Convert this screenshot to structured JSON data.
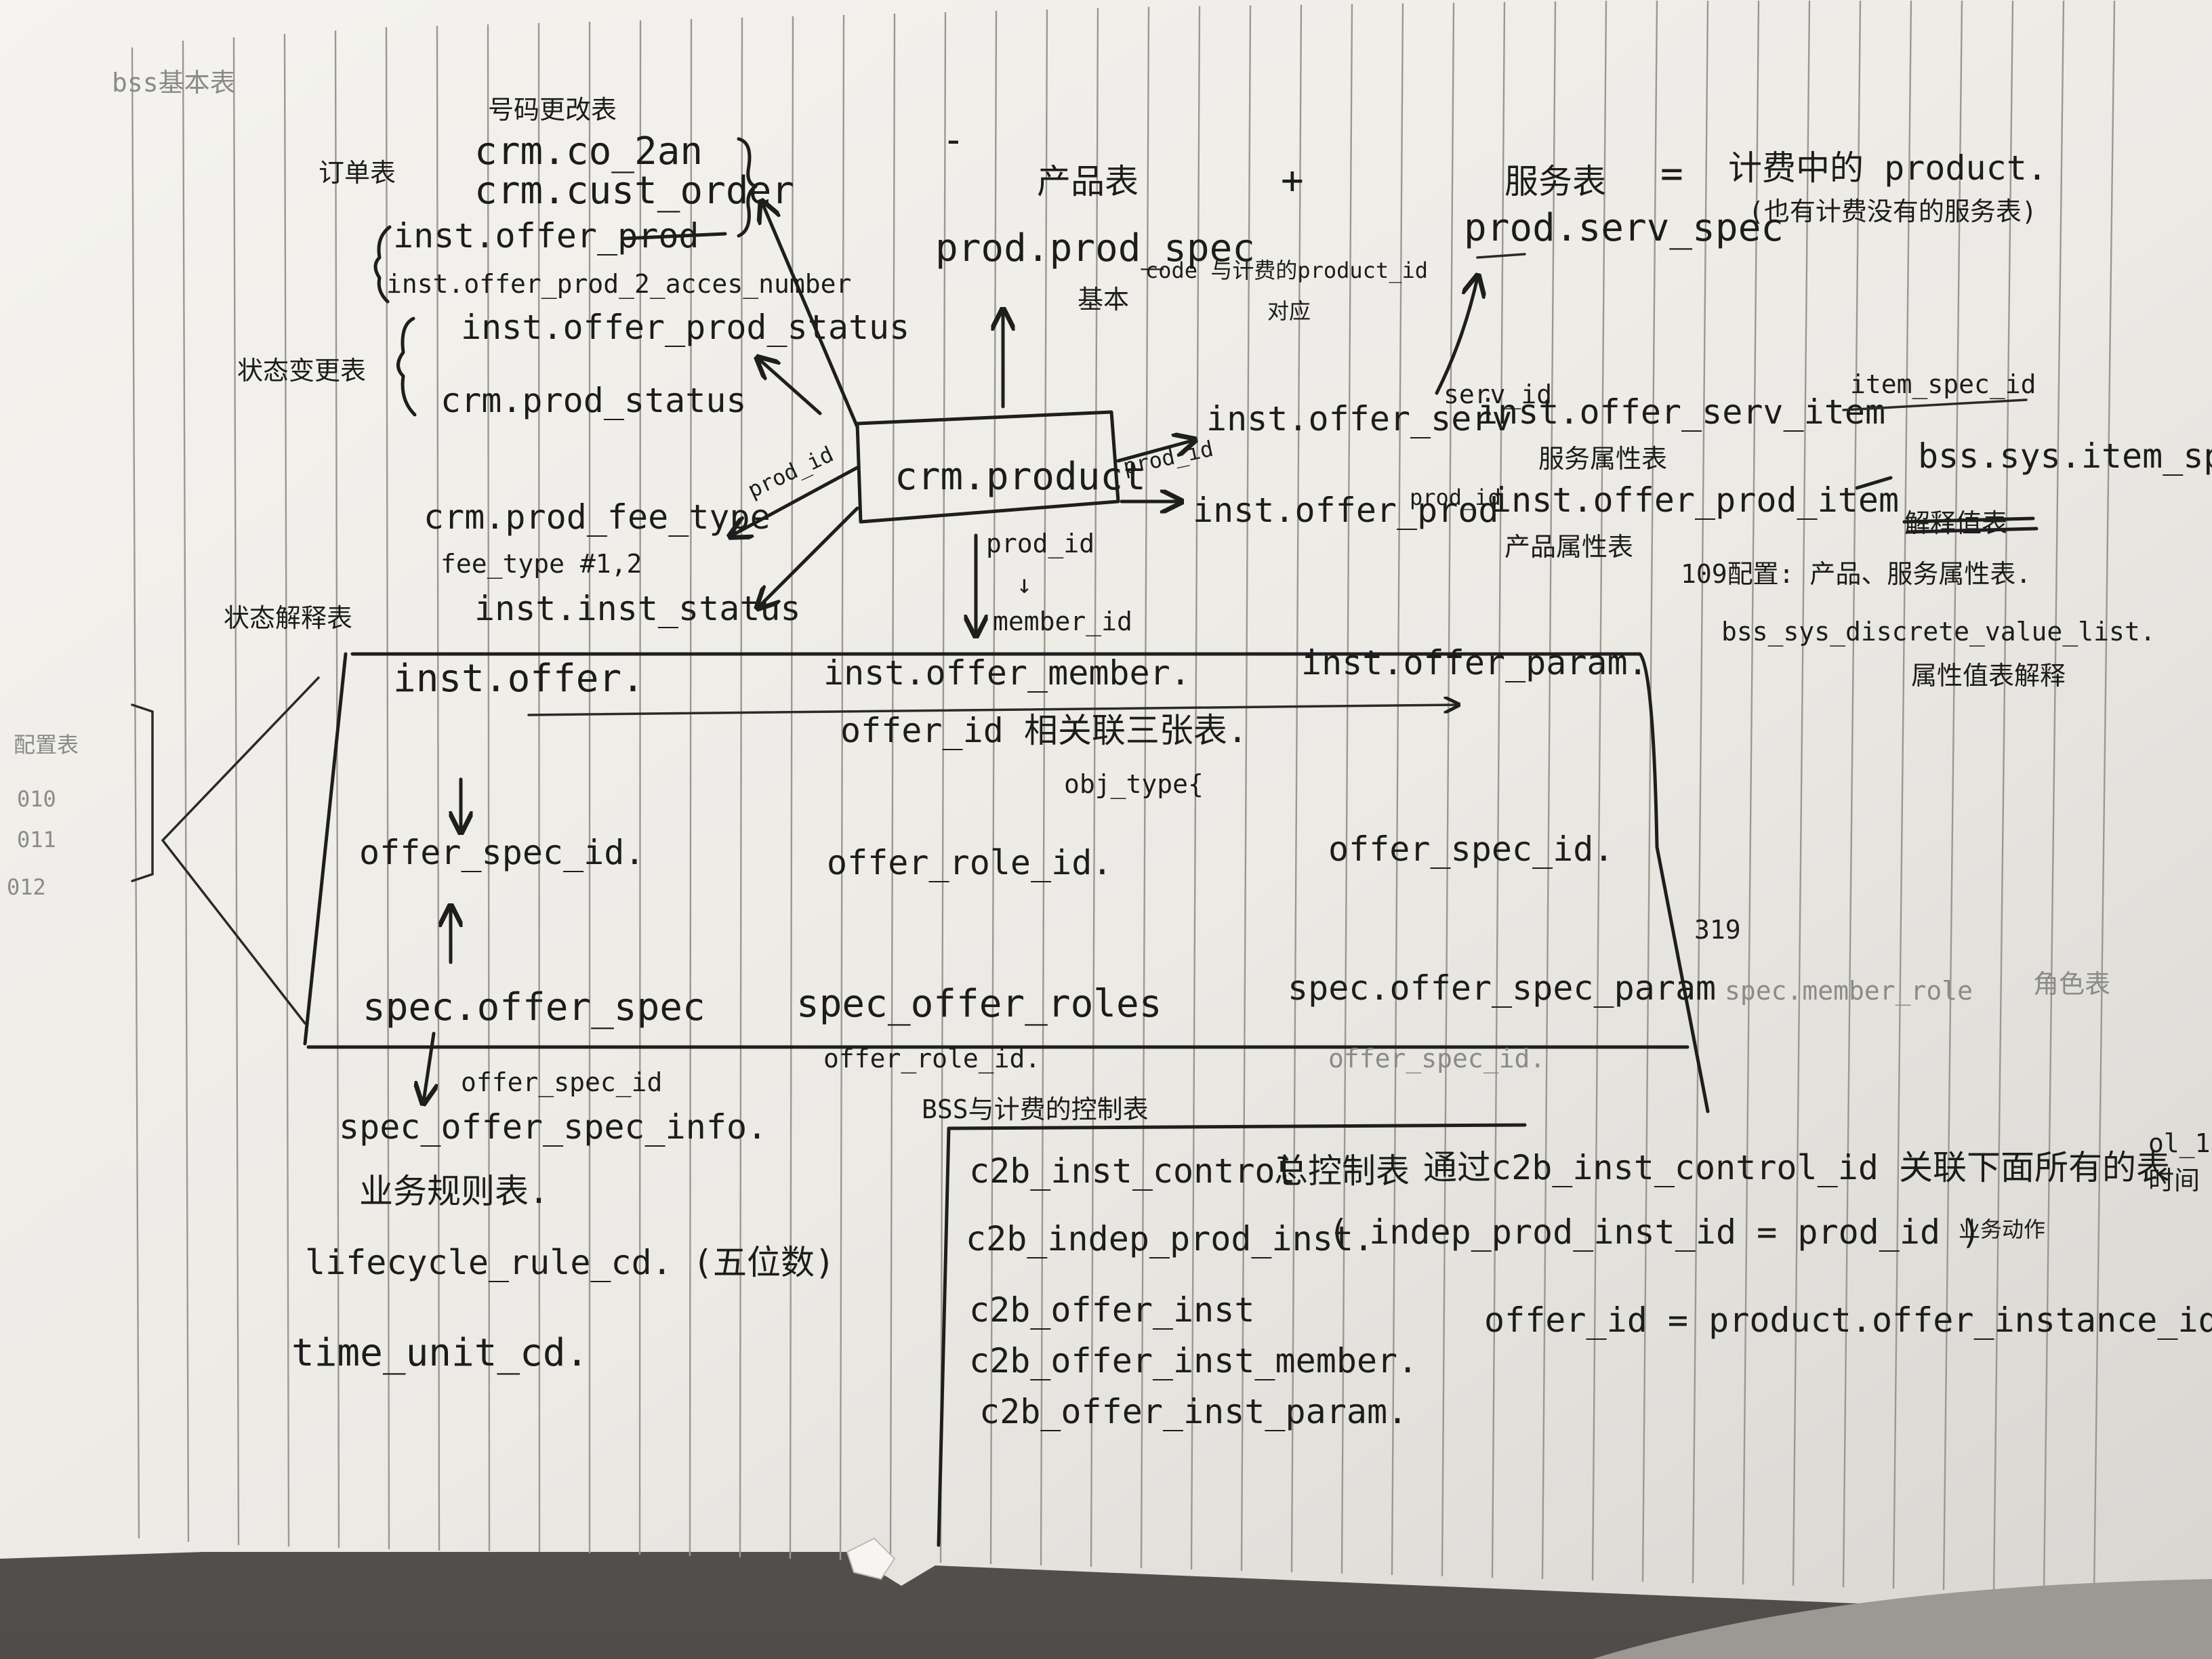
{
  "notes": {
    "top_left_title": "bss基本表",
    "number_change_label": "号码更改表",
    "order_label": "订单表",
    "order_tables": [
      "crm.co_2an",
      "crm.cust_order"
    ],
    "inst_offer_prod": "inst.offer_prod",
    "inst_offer_prod_2_acces_number": "inst.offer_prod_2_acces_number",
    "status_change_label": "状态变更表",
    "inst_offer_prod_status": "inst.offer_prod_status",
    "crm_prod_status": "crm.prod_status",
    "crm_prod_fee_type": "crm.prod_fee_type",
    "fee_type_values": "fee_type #1,2",
    "status_explain_label": "状态解释表",
    "inst_inst_status": "inst.inst_status",
    "center_box": "crm.product",
    "prod_id_left": "prod_id",
    "prod_id_right": "prod_id",
    "prod_id_down": "prod_id",
    "member_id": "member_id",
    "product_table_label": "产品表",
    "prod_prod_spec": "prod.prod_spec",
    "prod_spec_note": "基本",
    "code_note": "code 与计费的product_id",
    "code_note_2": "对应",
    "plus": "+",
    "minus": "-",
    "service_table_label": "服务表",
    "equals": "=",
    "billing_product": "计费中的 product.",
    "billing_note": "(也有计费没有的服务表)",
    "prod_serv_spec": "prod.serv_spec",
    "inst_offer_serv": "inst.offer_serv",
    "inst_offer_prod_right": "inst.offer_prod",
    "serv_id": "serv_id",
    "prod_id_small": "prod_id",
    "inst_offer_serv_item": "inst.offer_serv_item",
    "service_attr_label": "服务属性表",
    "inst_offer_prod_item": "inst.offer_prod_item",
    "product_attr_label": "产品属性表",
    "item_spec_id": "item_spec_id",
    "bss_sys_item_spec": "bss.sys.item_spec",
    "crossed_note": "解释值表",
    "config_note": "109配置: 产品、服务属性表.",
    "bss_sys_discrete_value_list": "bss_sys_discrete_value_list.",
    "attr_value_note": "属性值表解释",
    "inst_offer": "inst.offer.",
    "inst_offer_member": "inst.offer_member.",
    "inst_offer_param": "inst.offer_param.",
    "offer_id_note": "offer_id 相关联三张表.",
    "obj_type": "obj_type{",
    "offer_spec_id_1": "offer_spec_id.",
    "offer_role_id": "offer_role_id.",
    "offer_spec_id_2": "offer_spec_id.",
    "number_319": "319",
    "spec_offer_spec": "spec.offer_spec",
    "spec_offer_roles": "spec_offer_roles",
    "spec_offer_spec_param": "spec.offer_spec_param",
    "spec_member_role": "spec.member_role",
    "role_table_label": "角色表",
    "offer_role_id_2": "offer_role_id.",
    "offer_spec_id_3": "offer_spec_id.",
    "left_side_label": "配置表",
    "left_side_codes": [
      "010",
      "011",
      "012"
    ],
    "offer_spec_id_4": "offer_spec_id",
    "spec_offer_spec_info": "spec_offer_spec_info.",
    "business_rule_label": "业务规则表.",
    "lifecycle_rule_cd": "lifecycle_rule_cd. (五位数)",
    "time_unit_cd": "time_unit_cd.",
    "bss_billing_control": "BSS与计费的控制表",
    "c2b_inst_control": "c2b_inst_control",
    "total_control": "总控制表",
    "control_note": "通过c2b_inst_control_id 关联下面所有的表",
    "edge_note": "ol_1",
    "edge_note_2": "时间",
    "c2b_indep_prod_inst": "c2b_indep_prod_inst.",
    "indep_note": "( indep_prod_inst_id = prod_id )",
    "business_action": "业务动作",
    "c2b_offer_inst": "c2b_offer_inst",
    "offer_id_equation": "offer_id = product.offer_instance_id",
    "c2b_offer_inst_member": "c2b_offer_inst_member.",
    "c2b_offer_inst_param": "c2b_offer_inst_param."
  }
}
